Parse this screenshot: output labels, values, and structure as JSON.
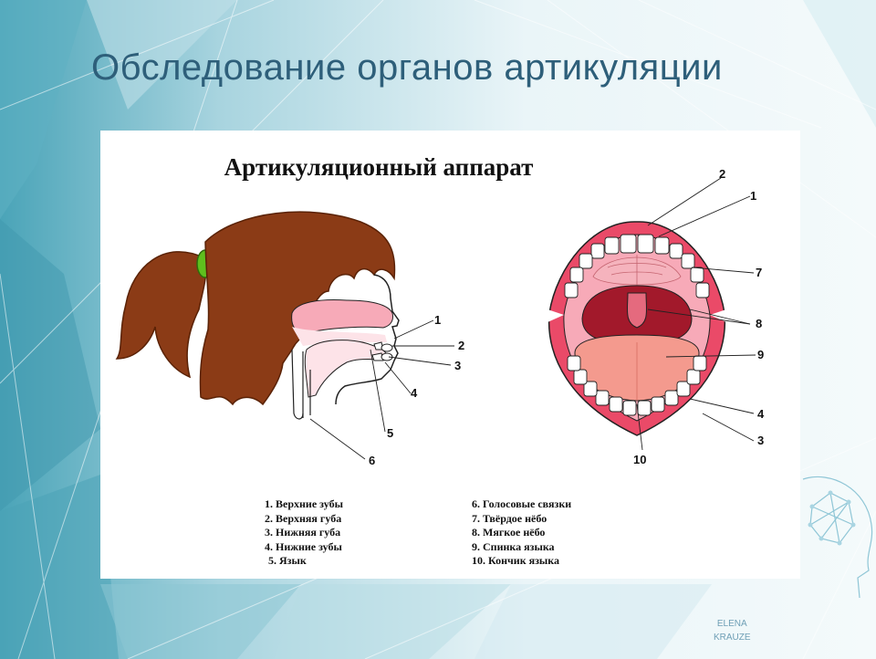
{
  "slide": {
    "title": "Обследование органов артикуляции"
  },
  "figure": {
    "title": "Артикуляционный аппарат",
    "side_view_labels": [
      "1",
      "2",
      "3",
      "4",
      "5",
      "6"
    ],
    "front_view_labels": [
      "2",
      "1",
      "7",
      "8",
      "9",
      "4",
      "3",
      "10"
    ],
    "legend_left": [
      "1. Верхние зубы",
      "2. Верхняя губа",
      "3. Нижняя губа",
      "4. Нижние зубы",
      "5. Язык"
    ],
    "legend_right": [
      "6. Голосовые связки",
      "7. Твёрдое нёбо",
      "8. Мягкое нёбо",
      "9. Спинка языка",
      "10. Кончик языка"
    ]
  },
  "signature": {
    "line1": "ELENA",
    "line2": "KRAUZE"
  },
  "colors": {
    "background": "#e4f1f5",
    "title": "#2e5f7a",
    "hair": "#8b3b16",
    "hair_tie": "#5fbf1e",
    "gums": "#f7aab8",
    "lips": "#ea4a68",
    "throat": "#a2192b",
    "tongue": "#f49a8e"
  }
}
